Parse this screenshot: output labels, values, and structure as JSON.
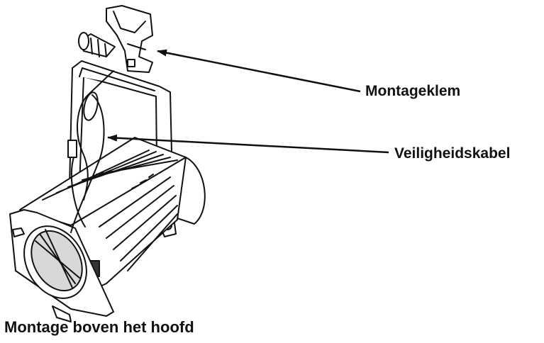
{
  "diagram": {
    "callouts": [
      {
        "id": "clamp",
        "label": "Montageklem"
      },
      {
        "id": "cable",
        "label": "Veiligheidskabel"
      }
    ],
    "caption": "Montage boven het hoofd"
  },
  "colors": {
    "line": "#111111",
    "fill": "#ffffff",
    "shade": "#d8d8d8"
  }
}
